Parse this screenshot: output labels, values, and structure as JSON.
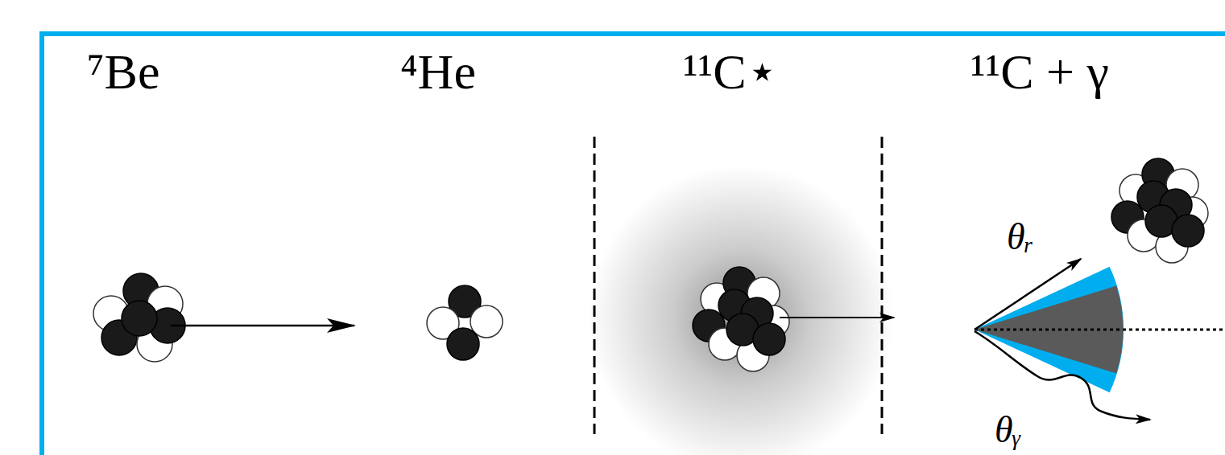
{
  "diagram": {
    "labels": [
      "⁷Be",
      "⁴He",
      "¹¹C⋆",
      "¹¹C + γ",
      "θᵣ",
      "θᵧ"
    ]
  }
}
